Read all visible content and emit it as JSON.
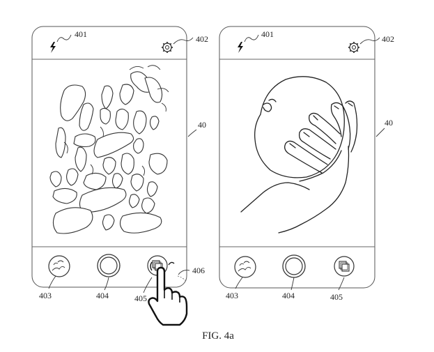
{
  "figure": {
    "caption": "FIG. 4a",
    "labels": {
      "status_left": "401",
      "status_right": "401",
      "settings_left": "402",
      "settings_right": "402",
      "screen_left": "40",
      "screen_right": "40",
      "gallery_left": "403",
      "gallery_right": "403",
      "shutter_left": "404",
      "shutter_right": "404",
      "switch_left": "405",
      "switch_right": "405",
      "touch": "406"
    }
  }
}
